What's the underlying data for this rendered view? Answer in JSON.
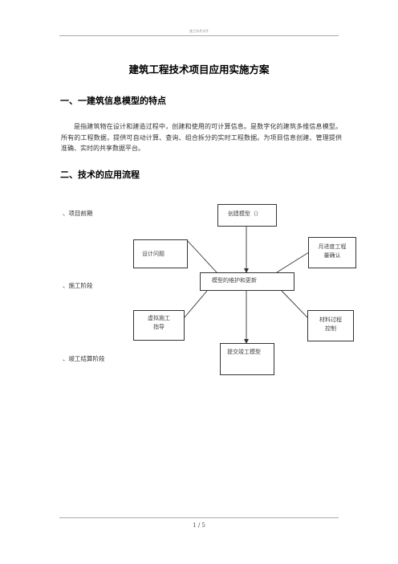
{
  "header": {
    "text": "施工技术文件"
  },
  "title": "建筑工程技术项目应用实施方案",
  "section1": {
    "heading": "一、一建筑信息模型的特点",
    "paragraph": "是指建筑物在设计和建造过程中，创建和使用的可计算信息。是数字化的建筑多维信息模型。所有的工程数据，提供可自动计算、查询、组合拆分的实时工程数据。为项目信息创建、管理提供准确、实时的共享数据平台。"
  },
  "section2": {
    "heading": "二、技术的应用流程",
    "stages": [
      "、项目前期",
      "、施工阶段",
      "、竣工结算阶段"
    ],
    "flow": {
      "create_model": "创建模型（）",
      "design_issues": "设计问题",
      "progress_confirm_line1": "月进度工程",
      "progress_confirm_line2": "量确认",
      "maintain_update": "模型的维护和更新",
      "virtual_construction_line1": "虚拟施工",
      "virtual_construction_line2": "指导",
      "material_control_line1": "材料过程",
      "material_control_line2": "控制",
      "submit_model": "提交竣工模型"
    }
  },
  "footer": {
    "page": "1 / 5"
  }
}
